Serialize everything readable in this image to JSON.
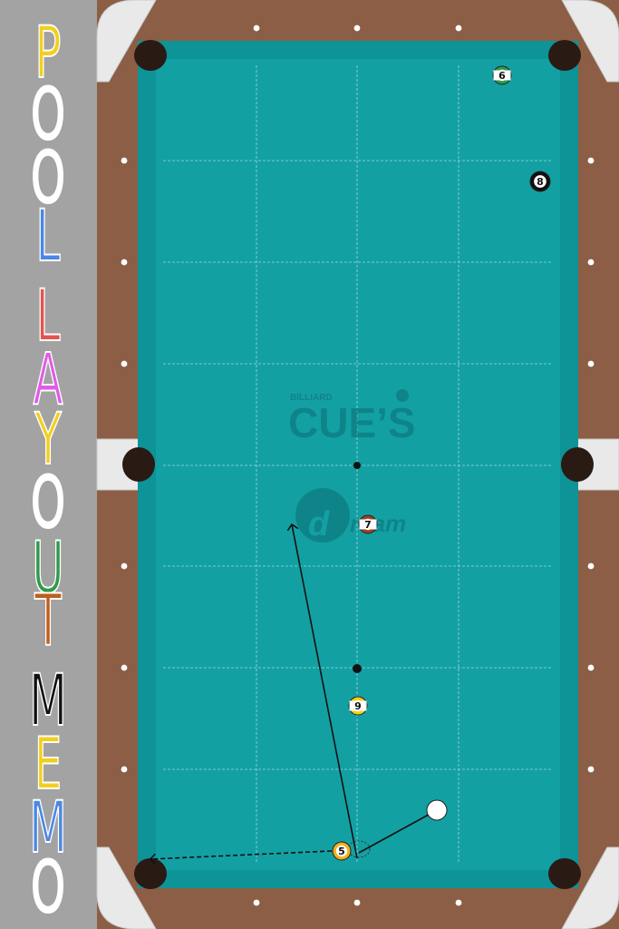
{
  "app_title_letters": [
    {
      "char": "P",
      "color": "#f2cf1d"
    },
    {
      "char": "O",
      "color": "#ffffff"
    },
    {
      "char": "O",
      "color": "#ffffff"
    },
    {
      "char": "L",
      "color": "#4a87e6"
    },
    {
      "char": "L",
      "color": "#e4534f"
    },
    {
      "char": "A",
      "color": "#e05be6"
    },
    {
      "char": "Y",
      "color": "#f2cf1d"
    },
    {
      "char": "O",
      "color": "#ffffff"
    },
    {
      "char": "U",
      "color": "#2f9a4d"
    },
    {
      "char": "T",
      "color": "#c05e1a"
    },
    {
      "char": "M",
      "color": "#111111"
    },
    {
      "char": "E",
      "color": "#f2cf1d"
    },
    {
      "char": "M",
      "color": "#4a87e6"
    },
    {
      "char": "O",
      "color": "#ffffff"
    }
  ],
  "table": {
    "felt_color": "#13a0a3",
    "rail_color": "#8b5e45",
    "cushion_color": "#0e9397",
    "pocket_color": "#2a1a14",
    "corner_color": "#e9e9e9"
  },
  "watermark": {
    "small_text": "BILLIARD",
    "big_text": "CUE’S",
    "secondary_text": "ream",
    "secondary_letter": "d"
  },
  "balls": [
    {
      "id": "6",
      "label": "6",
      "kind": "stripe",
      "stripe_color": "#2f9a4d",
      "icon": "ball-6-icon"
    },
    {
      "id": "8",
      "label": "8",
      "kind": "solid",
      "color": "#111111",
      "icon": "ball-8-icon"
    },
    {
      "id": "7",
      "label": "7",
      "kind": "stripe",
      "stripe_color": "#a0411c",
      "icon": "ball-7-icon"
    },
    {
      "id": "9",
      "label": "9",
      "kind": "stripe",
      "stripe_color": "#f2cf1d",
      "icon": "ball-9-icon"
    },
    {
      "id": "5",
      "label": "5",
      "kind": "solid",
      "color": "#f2b11c",
      "icon": "ball-5-icon"
    },
    {
      "id": "cue",
      "label": "",
      "kind": "cue",
      "color": "#ffffff",
      "icon": "cue-ball-icon"
    }
  ]
}
